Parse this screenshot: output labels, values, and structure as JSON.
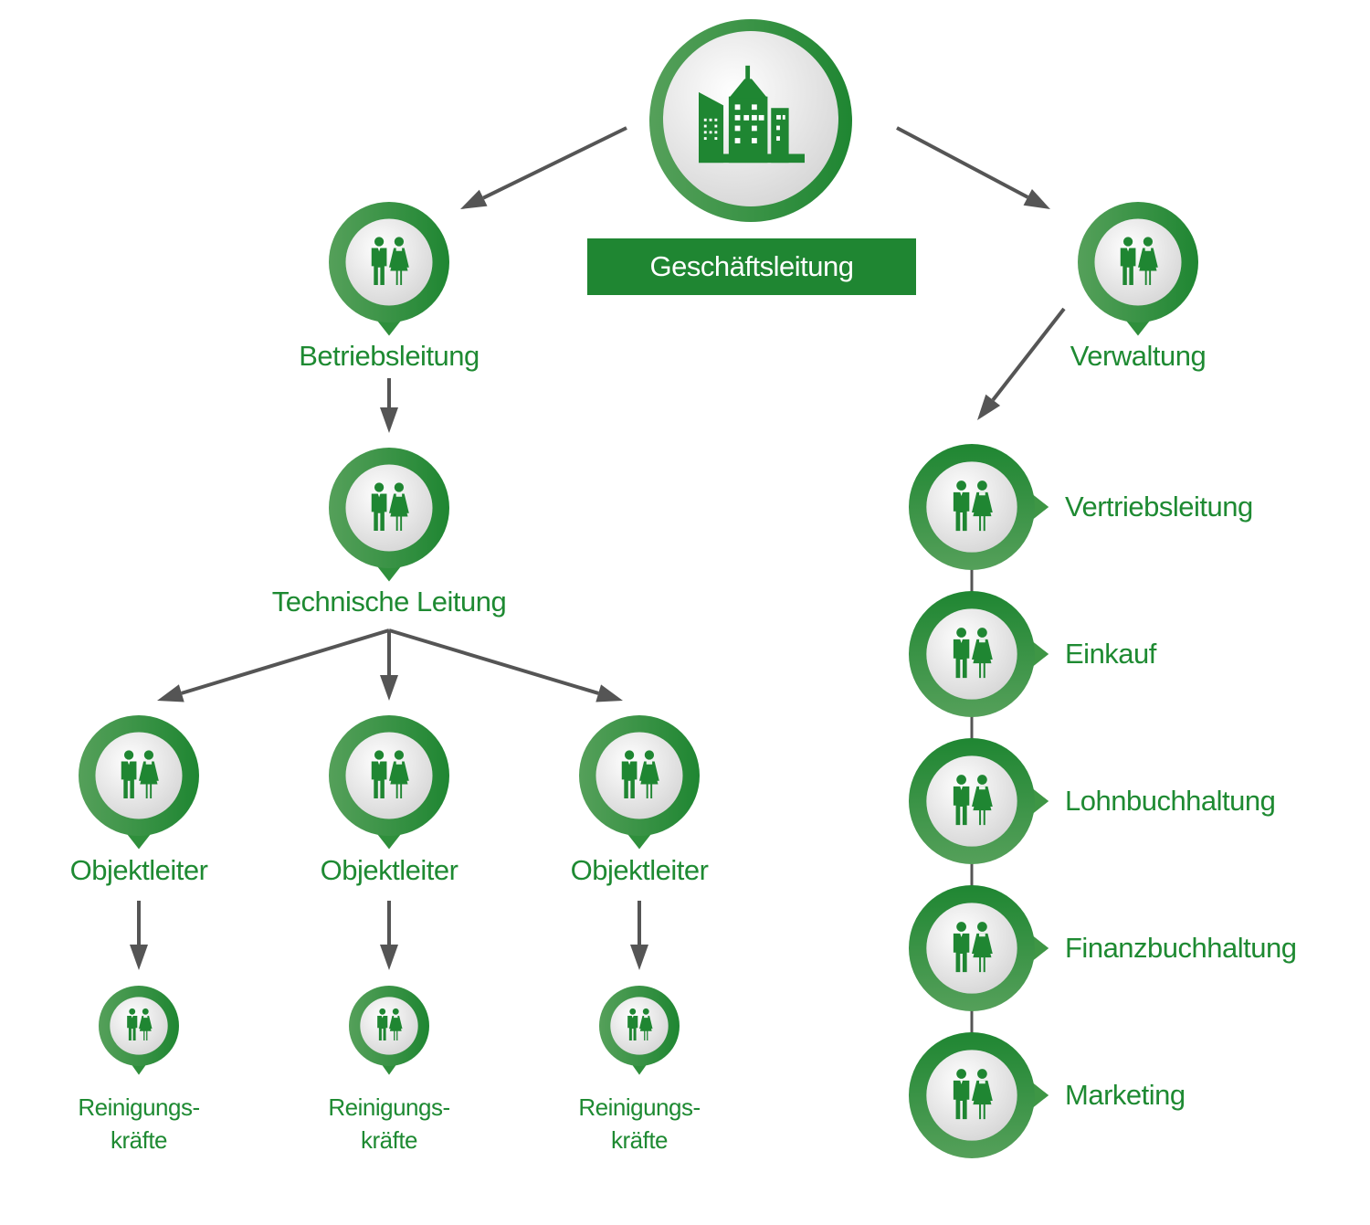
{
  "title": "Geschäftsleitung",
  "colors": {
    "accent": "#1f8632",
    "accent_light": "#4e9e53",
    "arrow": "#555555",
    "icon_bg": "#e8e8e8"
  },
  "root": {
    "label": "Geschäftsleitung",
    "icon": "building-icon"
  },
  "left_branch": {
    "level1": {
      "label": "Betriebsleitung",
      "icon": "people-icon"
    },
    "level2": {
      "label": "Technische Leitung",
      "icon": "people-icon"
    },
    "objects": [
      {
        "label": "Objektleiter",
        "icon": "people-icon",
        "child": {
          "line1": "Reinigungs-",
          "line2": "kräfte",
          "icon": "people-icon"
        }
      },
      {
        "label": "Objektleiter",
        "icon": "people-icon",
        "child": {
          "line1": "Reinigungs-",
          "line2": "kräfte",
          "icon": "people-icon"
        }
      },
      {
        "label": "Objektleiter",
        "icon": "people-icon",
        "child": {
          "line1": "Reinigungs-",
          "line2": "kräfte",
          "icon": "people-icon"
        }
      }
    ]
  },
  "right_branch": {
    "level1": {
      "label": "Verwaltung",
      "icon": "people-icon"
    },
    "departments": [
      {
        "label": "Vertriebsleitung",
        "icon": "people-icon"
      },
      {
        "label": "Einkauf",
        "icon": "people-icon"
      },
      {
        "label": "Lohnbuchhaltung",
        "icon": "people-icon"
      },
      {
        "label": "Finanzbuchhaltung",
        "icon": "people-icon"
      },
      {
        "label": "Marketing",
        "icon": "people-icon"
      }
    ]
  }
}
